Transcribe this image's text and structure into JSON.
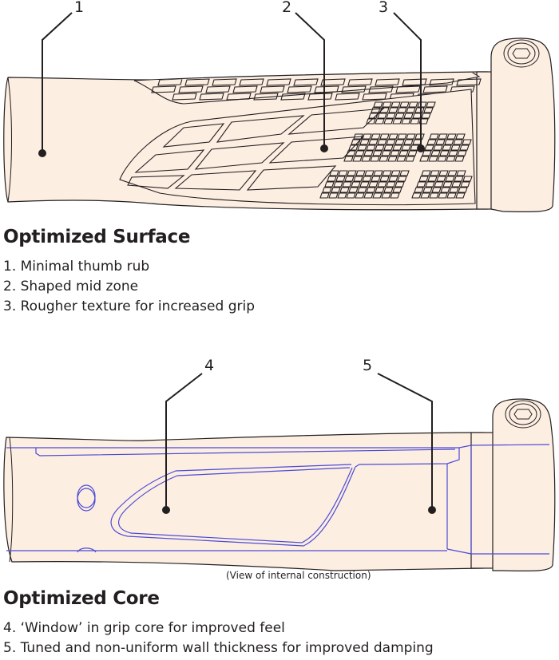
{
  "colors": {
    "grip_fill": "#fdeee2",
    "outline": "#231f20",
    "internal_line": "#4b4bd6"
  },
  "surface_figure": {
    "callouts": [
      "1",
      "2",
      "3"
    ]
  },
  "surface_section": {
    "heading": "Optimized Surface",
    "items": [
      "1. Minimal thumb rub",
      "2. Shaped mid zone",
      "3. Rougher texture for increased grip"
    ]
  },
  "core_figure": {
    "callouts": [
      "4",
      "5"
    ],
    "caption": "(View of internal construction)"
  },
  "core_section": {
    "heading": "Optimized Core",
    "items": [
      "4. ‘Window’ in grip core for improved feel",
      "5. Tuned and non-uniform wall thickness for improved damping"
    ]
  }
}
